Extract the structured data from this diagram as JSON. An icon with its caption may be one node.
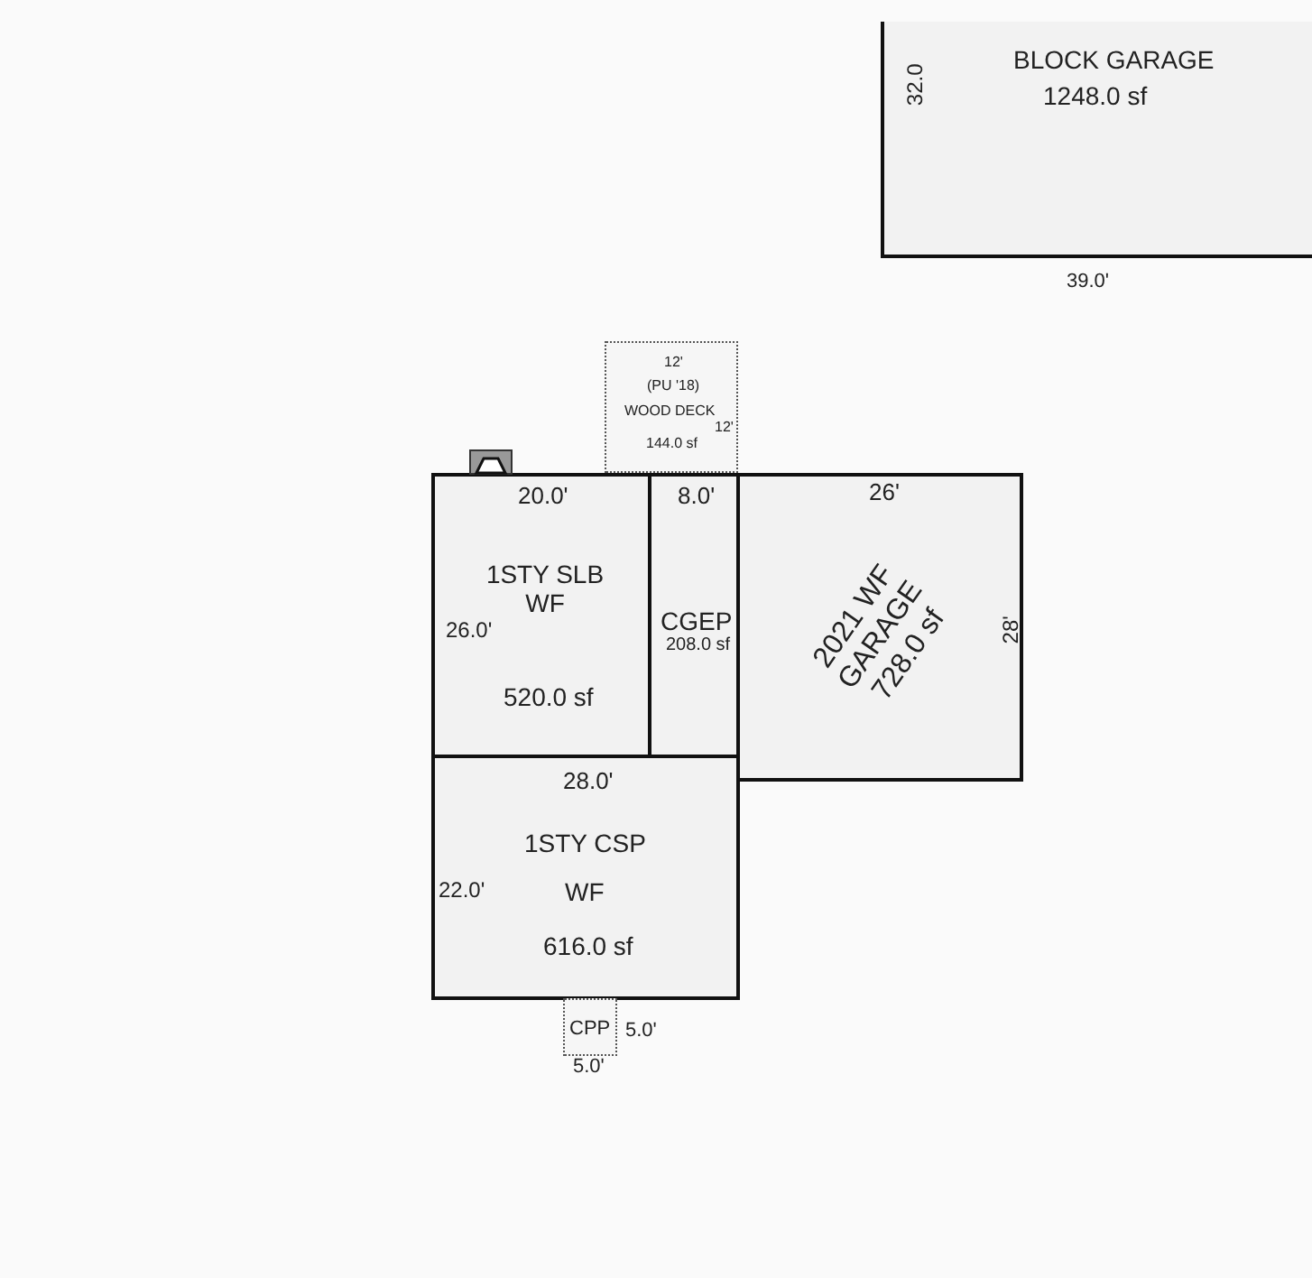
{
  "diagram": {
    "nodes": [
      {
        "text": [
          "BLOCK GARAGE",
          "1248.0 sf",
          "32.0"
        ],
        "beside": [
          "39.0'"
        ]
      },
      {
        "text": [
          "12'",
          "(PU '18)",
          "WOOD DECK",
          "12'",
          "144.0 sf"
        ]
      },
      {
        "text": [
          "20.0'",
          "1STY SLB WF",
          "26.0'",
          "520.0 sf"
        ]
      },
      {
        "text": [
          "8.0'",
          "CGEP",
          "208.0 sf"
        ]
      },
      {
        "text": [
          "26'",
          "2021 WF GARAGE 728.0 sf",
          "28'"
        ]
      },
      {
        "text": [
          "28.0'",
          "1STY CSP",
          "22.0'",
          "WF",
          "616.0 sf"
        ]
      },
      {
        "text": [
          "CPP"
        ],
        "beside": [
          "5.0'",
          "5.0'"
        ]
      }
    ]
  }
}
